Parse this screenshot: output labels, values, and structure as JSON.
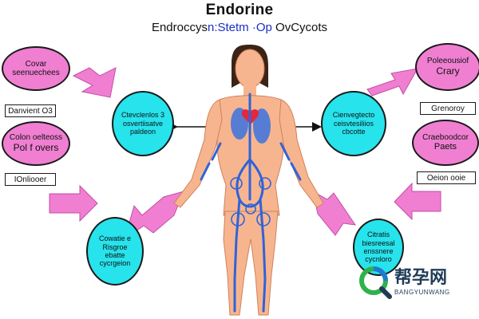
{
  "title": "Endorine",
  "subtitle": {
    "prefix": "Endroccys",
    "highlight": "n:Stetm",
    "mid": " ",
    "highlight2": "·Op",
    "suffix": " OvCycots"
  },
  "left": {
    "top_oval": {
      "line1": "Covar",
      "line2": "seenuechees"
    },
    "tag1": "Danvient O3",
    "mid_oval": {
      "line1": "Colon oelteoss",
      "line2": "Pol f overs"
    },
    "tag2": "IOnliooer",
    "cyan_top": {
      "line1": "Ctevclenlos 3",
      "line2": "osvertiisatve",
      "line3": "paldeon"
    },
    "cyan_bottom": {
      "line1": "Cowatie e",
      "line2": "Risgroe",
      "line3": "ebatte",
      "line4": "cycrgeion"
    }
  },
  "right": {
    "top_oval": {
      "line1": "Poleeousiof",
      "line2": "Crary"
    },
    "tag1": "Grenoroy",
    "mid_oval": {
      "line1": "Craeboodcor",
      "line2": "Paets"
    },
    "tag2": "Oeion ooie",
    "cyan_top": {
      "line1": "Cienvegtecto",
      "line2": "ceisvtesiliios",
      "line3": "cbcotte"
    },
    "cyan_bottom": {
      "line1": "Citratis",
      "line2": "biesreesal",
      "line3": "enssnere",
      "line4": "cycnloro"
    }
  },
  "watermark": {
    "text": "帮孕网",
    "sub": "BANGYUNWANG"
  },
  "colors": {
    "pink": "#f07fd2",
    "cyan": "#27e3ec",
    "skin": "#f7b58f",
    "vessel": "#2f63d8",
    "heart": "#e1283c",
    "hair": "#3a2417"
  }
}
